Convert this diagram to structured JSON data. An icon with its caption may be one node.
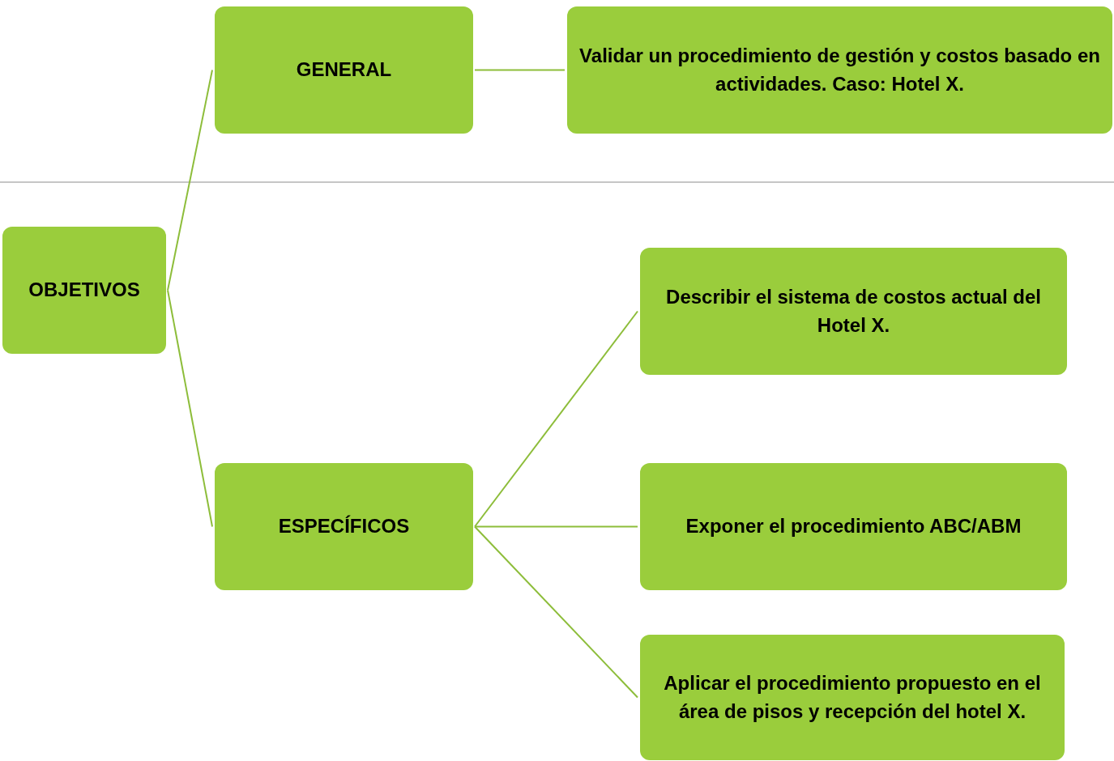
{
  "diagram": {
    "nodes": [
      {
        "text": [
          "OBJETIVOS"
        ]
      },
      {
        "text": [
          "GENERAL"
        ]
      },
      {
        "text": [
          "Validar un procedimiento de gestión y costos basado en actividades. Caso: Hotel X."
        ]
      },
      {
        "text": [
          "ESPECÍFICOS"
        ]
      },
      {
        "text": [
          "Describir el sistema de costos actual del Hotel X."
        ]
      },
      {
        "text": [
          "Exponer el procedimiento ABC/ABM"
        ]
      },
      {
        "text": [
          "Aplicar el procedimiento propuesto en el área de pisos y recepción del hotel X."
        ]
      }
    ],
    "edges": [
      {
        "from": 0,
        "to": 1,
        "arrow": "none"
      },
      {
        "from": 1,
        "to": 2,
        "arrow": "none"
      },
      {
        "from": 0,
        "to": 3,
        "arrow": "none"
      },
      {
        "from": 3,
        "to": 4,
        "arrow": "none"
      },
      {
        "from": 3,
        "to": 5,
        "arrow": "none"
      },
      {
        "from": 3,
        "to": 6,
        "arrow": "none"
      }
    ]
  }
}
